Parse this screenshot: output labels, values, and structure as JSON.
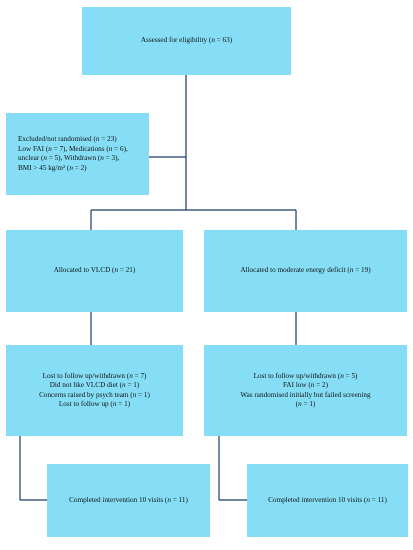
{
  "assessed": {
    "text": "Assessed for eligibility (n = 63)"
  },
  "excluded": {
    "lines": [
      "Excluded/not randomised (n = 23)",
      "Low FAI (n = 7), Medications (n = 6),",
      "unclear (n = 5), Withdrawn (n = 3),",
      "BMI > 45 kg/m² (n = 2)"
    ]
  },
  "vlcd": {
    "allocated": "Allocated to VLCD (n = 21)",
    "lost_lines": [
      "Lost to follow up/withdrawn (n = 7)",
      "Did not like VLCD diet (n = 1)",
      "Concerns raised by psych team (n = 1)",
      "Lost to follow up (n = 1)"
    ],
    "completed": "Completed intervention 10 visits (n = 11)"
  },
  "moderate": {
    "allocated": "Allocated to moderate energy deficit (n = 19)",
    "lost_lines": [
      "Lost to follow up/withdrawn (n = 5)",
      "FAI low (n = 2)",
      "Was randomised initially but failed screening",
      "(n = 1)"
    ],
    "completed": "Completed intervention 10 visits (n = 11)"
  },
  "colors": {
    "box_fill": "#85def5",
    "connector": "#1a3a66"
  }
}
